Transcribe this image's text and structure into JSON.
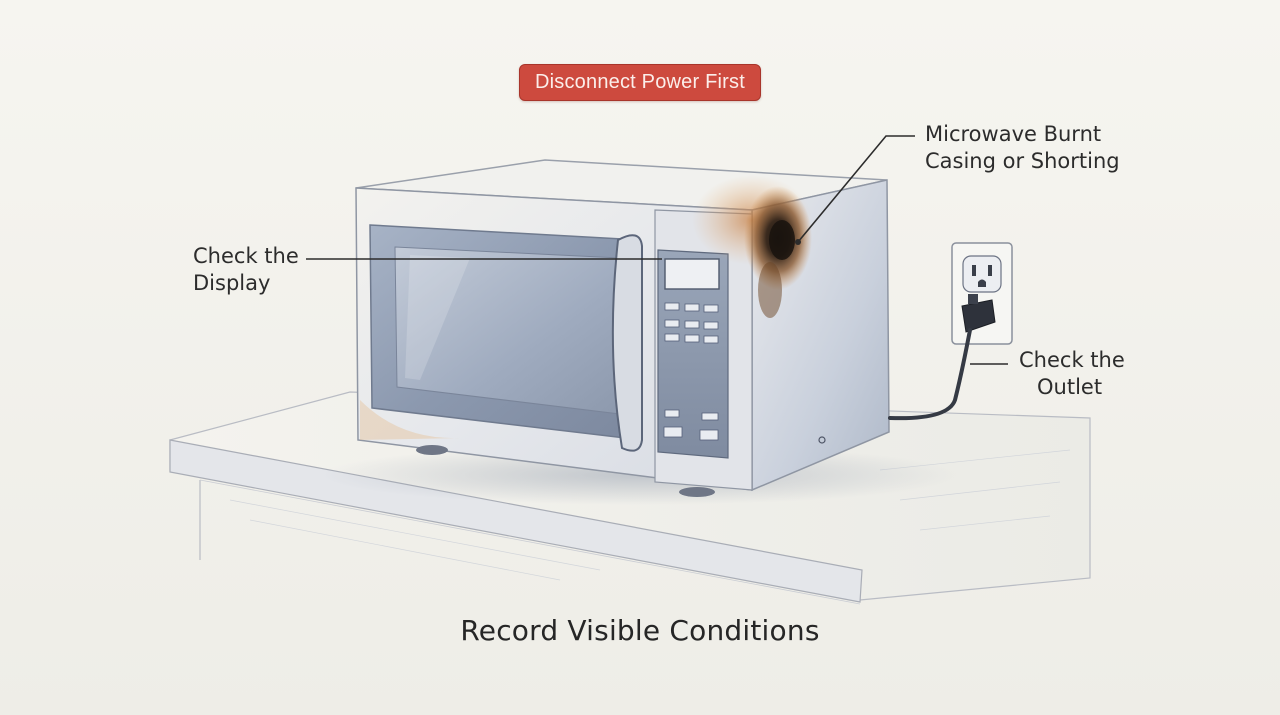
{
  "banner": {
    "text": "Disconnect Power First",
    "color": "#cd4a3e"
  },
  "callouts": {
    "display": {
      "line1": "Check the",
      "line2": "Display"
    },
    "burnt": {
      "line1": "Microwave Burnt",
      "line2": "Casing or Shorting"
    },
    "outlet": {
      "line1": "Check the",
      "line2": "Outlet"
    }
  },
  "caption": {
    "text": "Record Visible Conditions"
  },
  "colors": {
    "scorch": "#3a2a1e",
    "scorch_halo": "#d08a45",
    "panel_blue": "#7f8ea6",
    "leader": "#2c2c2c"
  },
  "icons": {
    "appliance": "microwave-icon",
    "socket": "wall-outlet-icon",
    "plug": "power-plug-icon"
  }
}
